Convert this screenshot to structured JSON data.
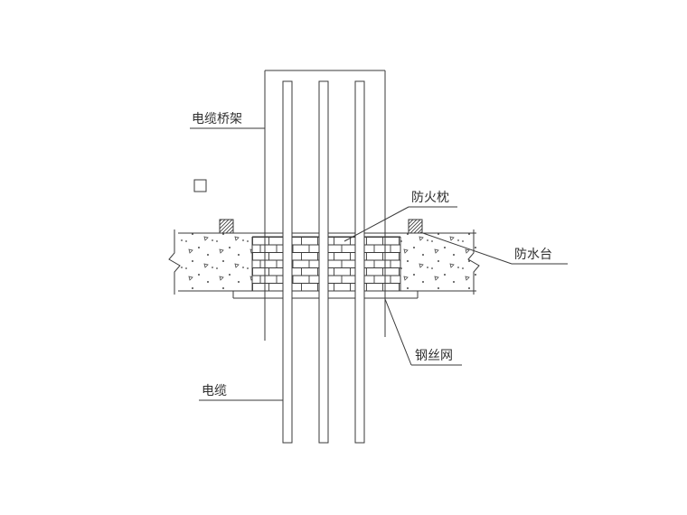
{
  "diagram": {
    "labels": {
      "cable_tray": "电缆桥架",
      "fire_pillow": "防火枕",
      "waterproof_curb": "防水台",
      "wire_mesh": "钢丝网",
      "cable": "电缆"
    },
    "colors": {
      "line": "#3a3a3a",
      "background": "#ffffff"
    }
  }
}
